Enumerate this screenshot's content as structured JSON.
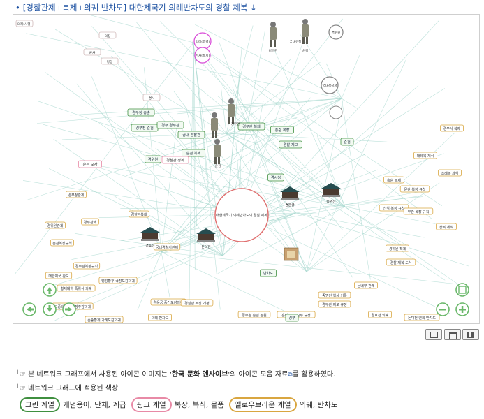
{
  "heading": "[경찰관제+복제+의궤 반차도] 대한제국기 의례반차도의 경찰 제복 ↓",
  "graph": {
    "center_node": "대한제국기 의례반차도의 경찰 제복",
    "circle_nodes": [
      {
        "label": "의례(행렬)",
        "color": "#d94fd9"
      },
      {
        "label": "반차(배치)",
        "color": "#d94fd9"
      },
      {
        "label": "궁내경찰서",
        "color": "#888888"
      },
      {
        "label": "경위원",
        "color": "#888888"
      }
    ],
    "figure_captions": [
      "경무관",
      "순검",
      "경무관",
      "순검",
      "궁내경찰",
      "경무청"
    ],
    "building_captions": [
      "경운궁",
      "중명전",
      "경효전",
      "돈덕전"
    ],
    "green_labels": [
      "경무청 총순",
      "경무청 순검",
      "경부 경무관",
      "궁내 경찰관",
      "순검 복제",
      "경무관 복제",
      "총순 복장",
      "경찰 제모",
      "경시청",
      "경위원",
      "의례 행렬",
      "반차도",
      "경부",
      "청사",
      "순검"
    ],
    "pink_labels": [
      "경찰관 정복",
      "순검 모자"
    ],
    "doc_labels": [
      "경무청관제",
      "경부관제",
      "경위원관제",
      "순검복장규칙",
      "경무관복장규칙",
      "경찰관복제",
      "궁내경찰서관제",
      "대한제국 관보",
      "황제폐하 즉위식 의궤",
      "명성황후 국장도감의궤",
      "고종태황제 어장주감의궤",
      "순종황제 가례도감의궤",
      "의례 반차도",
      "경운궁 중건도감의궤",
      "경찰관 복장 개정",
      "경무청 순검 정원",
      "훈령 순검 근무 규정",
      "경무관 제모 규정",
      "경효전 의궤",
      "돈덕전 연회 반차도",
      "중명전 행사 기록",
      "궁내부 관제",
      "경위원 직제",
      "경찰 제복 도식",
      "신식 복장 규칙",
      "무관 복장 규칙",
      "문관 복장 규칙",
      "대례복 제식",
      "소례복 제식",
      "상복 제식",
      "경무사 복제",
      "총순 복제"
    ],
    "small_labels": [
      "의례(사행)",
      "의장",
      "정장",
      "군사",
      "경시"
    ]
  },
  "controls": {
    "up": "up-arrow",
    "down": "down-arrow",
    "left": "left-arrow",
    "right": "right-arrow",
    "fit": "fit-icon",
    "zoom_out": "zoom-out-icon",
    "zoom_in": "zoom-in-icon"
  },
  "toolbar": [
    "fullscreen-icon",
    "list-icon",
    "columns-icon"
  ],
  "note1": {
    "prefix": "본 네트워크 그래프에서 사용된 아이콘 이미지는 '",
    "bold": "한국 문화 엔사이브",
    "mid": "'의 아이콘 모음 자료",
    "suffix": "를 활용하였다."
  },
  "note2": "네트워크 그래프에 적용된 색상",
  "legend": {
    "green": "그린 계열",
    "green_desc": "개념용어, 단체, 계급",
    "pink": "핑크 계열",
    "pink_desc": "복장, 복식, 물품",
    "yellow": "옐로우브라운 계열",
    "yellow_desc": "의궤, 반차도"
  },
  "colors": {
    "green": "#3f8f3f",
    "pink": "#e88aa6",
    "yellow": "#d9a640",
    "center": "#e07070",
    "edge": "#a8d8cf",
    "link": "#1a4fa0"
  }
}
